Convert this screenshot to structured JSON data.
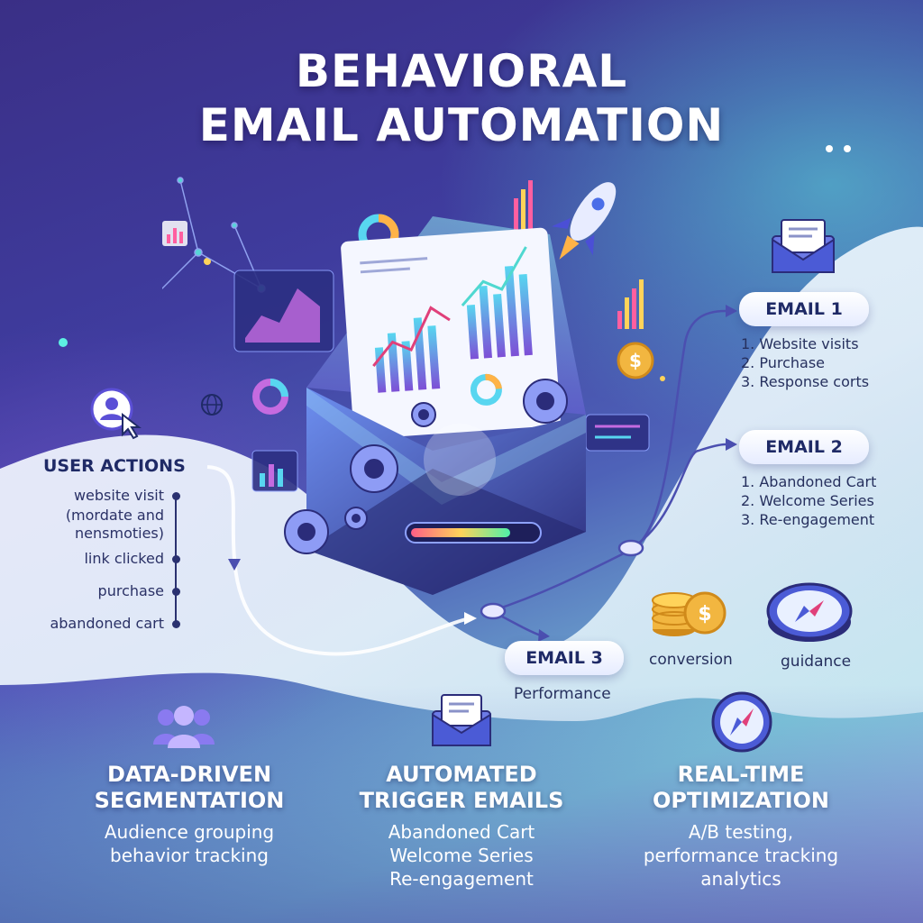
{
  "title": {
    "line1": "BEHAVIORAL",
    "line2": "EMAIL AUTOMATION"
  },
  "user_actions": {
    "label": "USER ACTIONS",
    "items": [
      "website visit",
      "(mordate and",
      "nensmoties)",
      "link clicked",
      "purchase",
      "abandoned cart"
    ]
  },
  "email1": {
    "label": "EMAIL 1",
    "items": [
      "1. Website visits",
      "2. Purchase",
      "3. Response corts"
    ]
  },
  "email2": {
    "label": "EMAIL 2",
    "items": [
      "1. Abandoned Cart",
      "2. Welcome Series",
      "3. Re-engagement"
    ]
  },
  "email3": {
    "label": "EMAIL 3",
    "caption": "Performance"
  },
  "conversion_label": "conversion",
  "guidance_label": "guidance",
  "columns": [
    {
      "title": [
        "DATA-DRIVEN",
        "SEGMENTATION"
      ],
      "sub": [
        "Audience grouping",
        "behavior tracking"
      ],
      "icon": "users-icon"
    },
    {
      "title": [
        "AUTOMATED",
        "TRIGGER EMAILS"
      ],
      "sub": [
        "Abandoned Cart",
        "Welcome Series",
        "Re-engagement"
      ],
      "icon": "envelope-icon"
    },
    {
      "title": [
        "REAL-TIME",
        "OPTIMIZATION"
      ],
      "sub": [
        "A/B testing,",
        "performance tracking",
        "analytics"
      ],
      "icon": "compass-icon"
    }
  ],
  "colors": {
    "accent": "#5b4fd6",
    "teal": "#4fd8d0",
    "gold": "#f2b640",
    "navy": "#1f2a66"
  }
}
